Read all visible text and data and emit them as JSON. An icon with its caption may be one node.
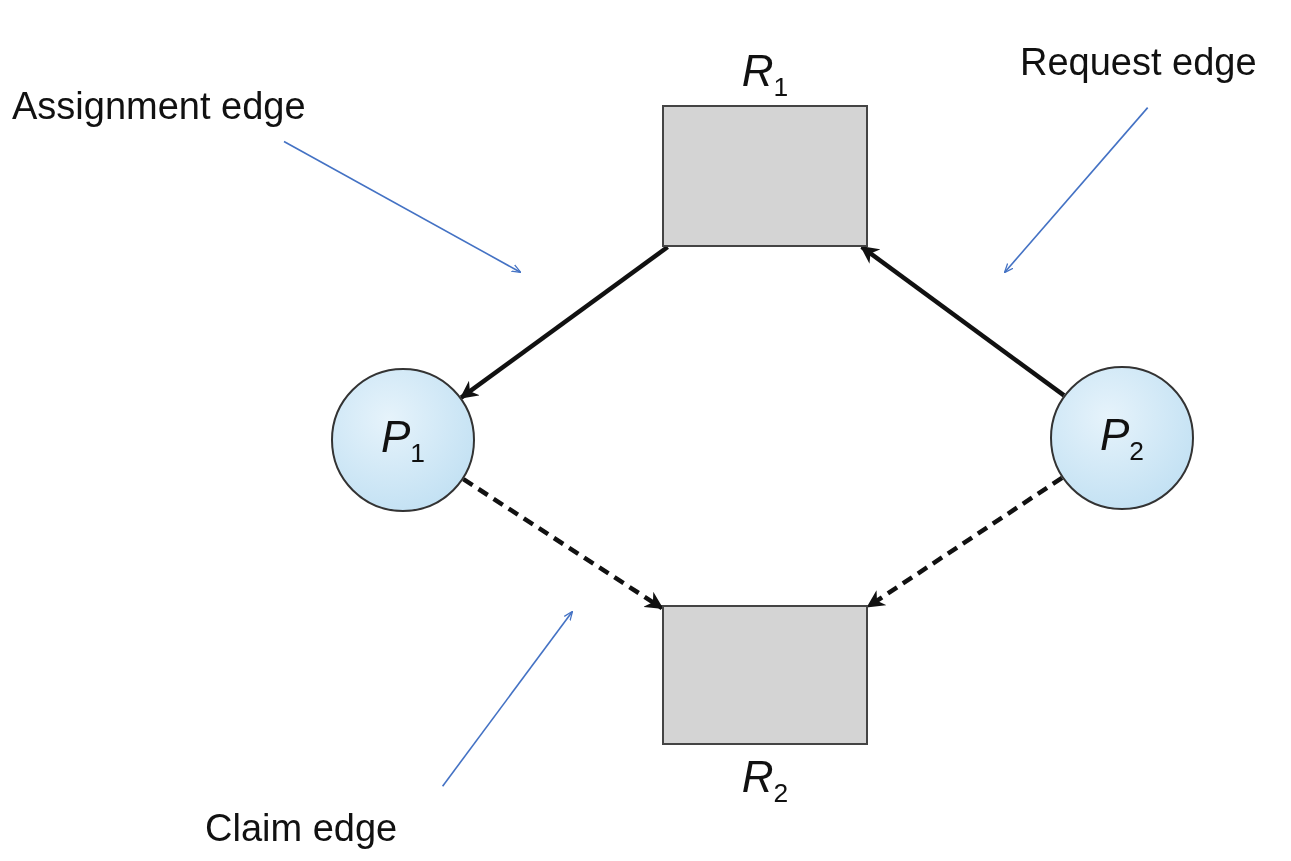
{
  "diagram": {
    "nodes": [
      {
        "text": [
          "R$_{1}$"
        ]
      },
      {
        "text": [
          "P$_{1}$"
        ]
      },
      {
        "text": [
          "P$_{2}$"
        ]
      },
      {
        "text": [
          "R$_{2}$"
        ]
      },
      {
        "text": [
          "Assignment edge"
        ]
      },
      {
        "text": [
          "Request edge"
        ]
      },
      {
        "text": [
          "Claim edge"
        ]
      }
    ],
    "edges": [
      {
        "from": 0,
        "to": 1,
        "arrow": "to"
      },
      {
        "from": 2,
        "to": 0,
        "arrow": "to"
      },
      {
        "from": 1,
        "to": 3,
        "arrow": "to",
        "style": "dashed"
      },
      {
        "from": 2,
        "to": 3,
        "arrow": "to",
        "style": "dashed"
      },
      {
        "from": 4,
        "to": null,
        "arrow": "to",
        "color": "#4472c4"
      },
      {
        "from": 5,
        "to": null,
        "arrow": "to",
        "color": "#4472c4"
      },
      {
        "from": 6,
        "to": null,
        "arrow": "to",
        "color": "#4472c4"
      }
    ]
  }
}
